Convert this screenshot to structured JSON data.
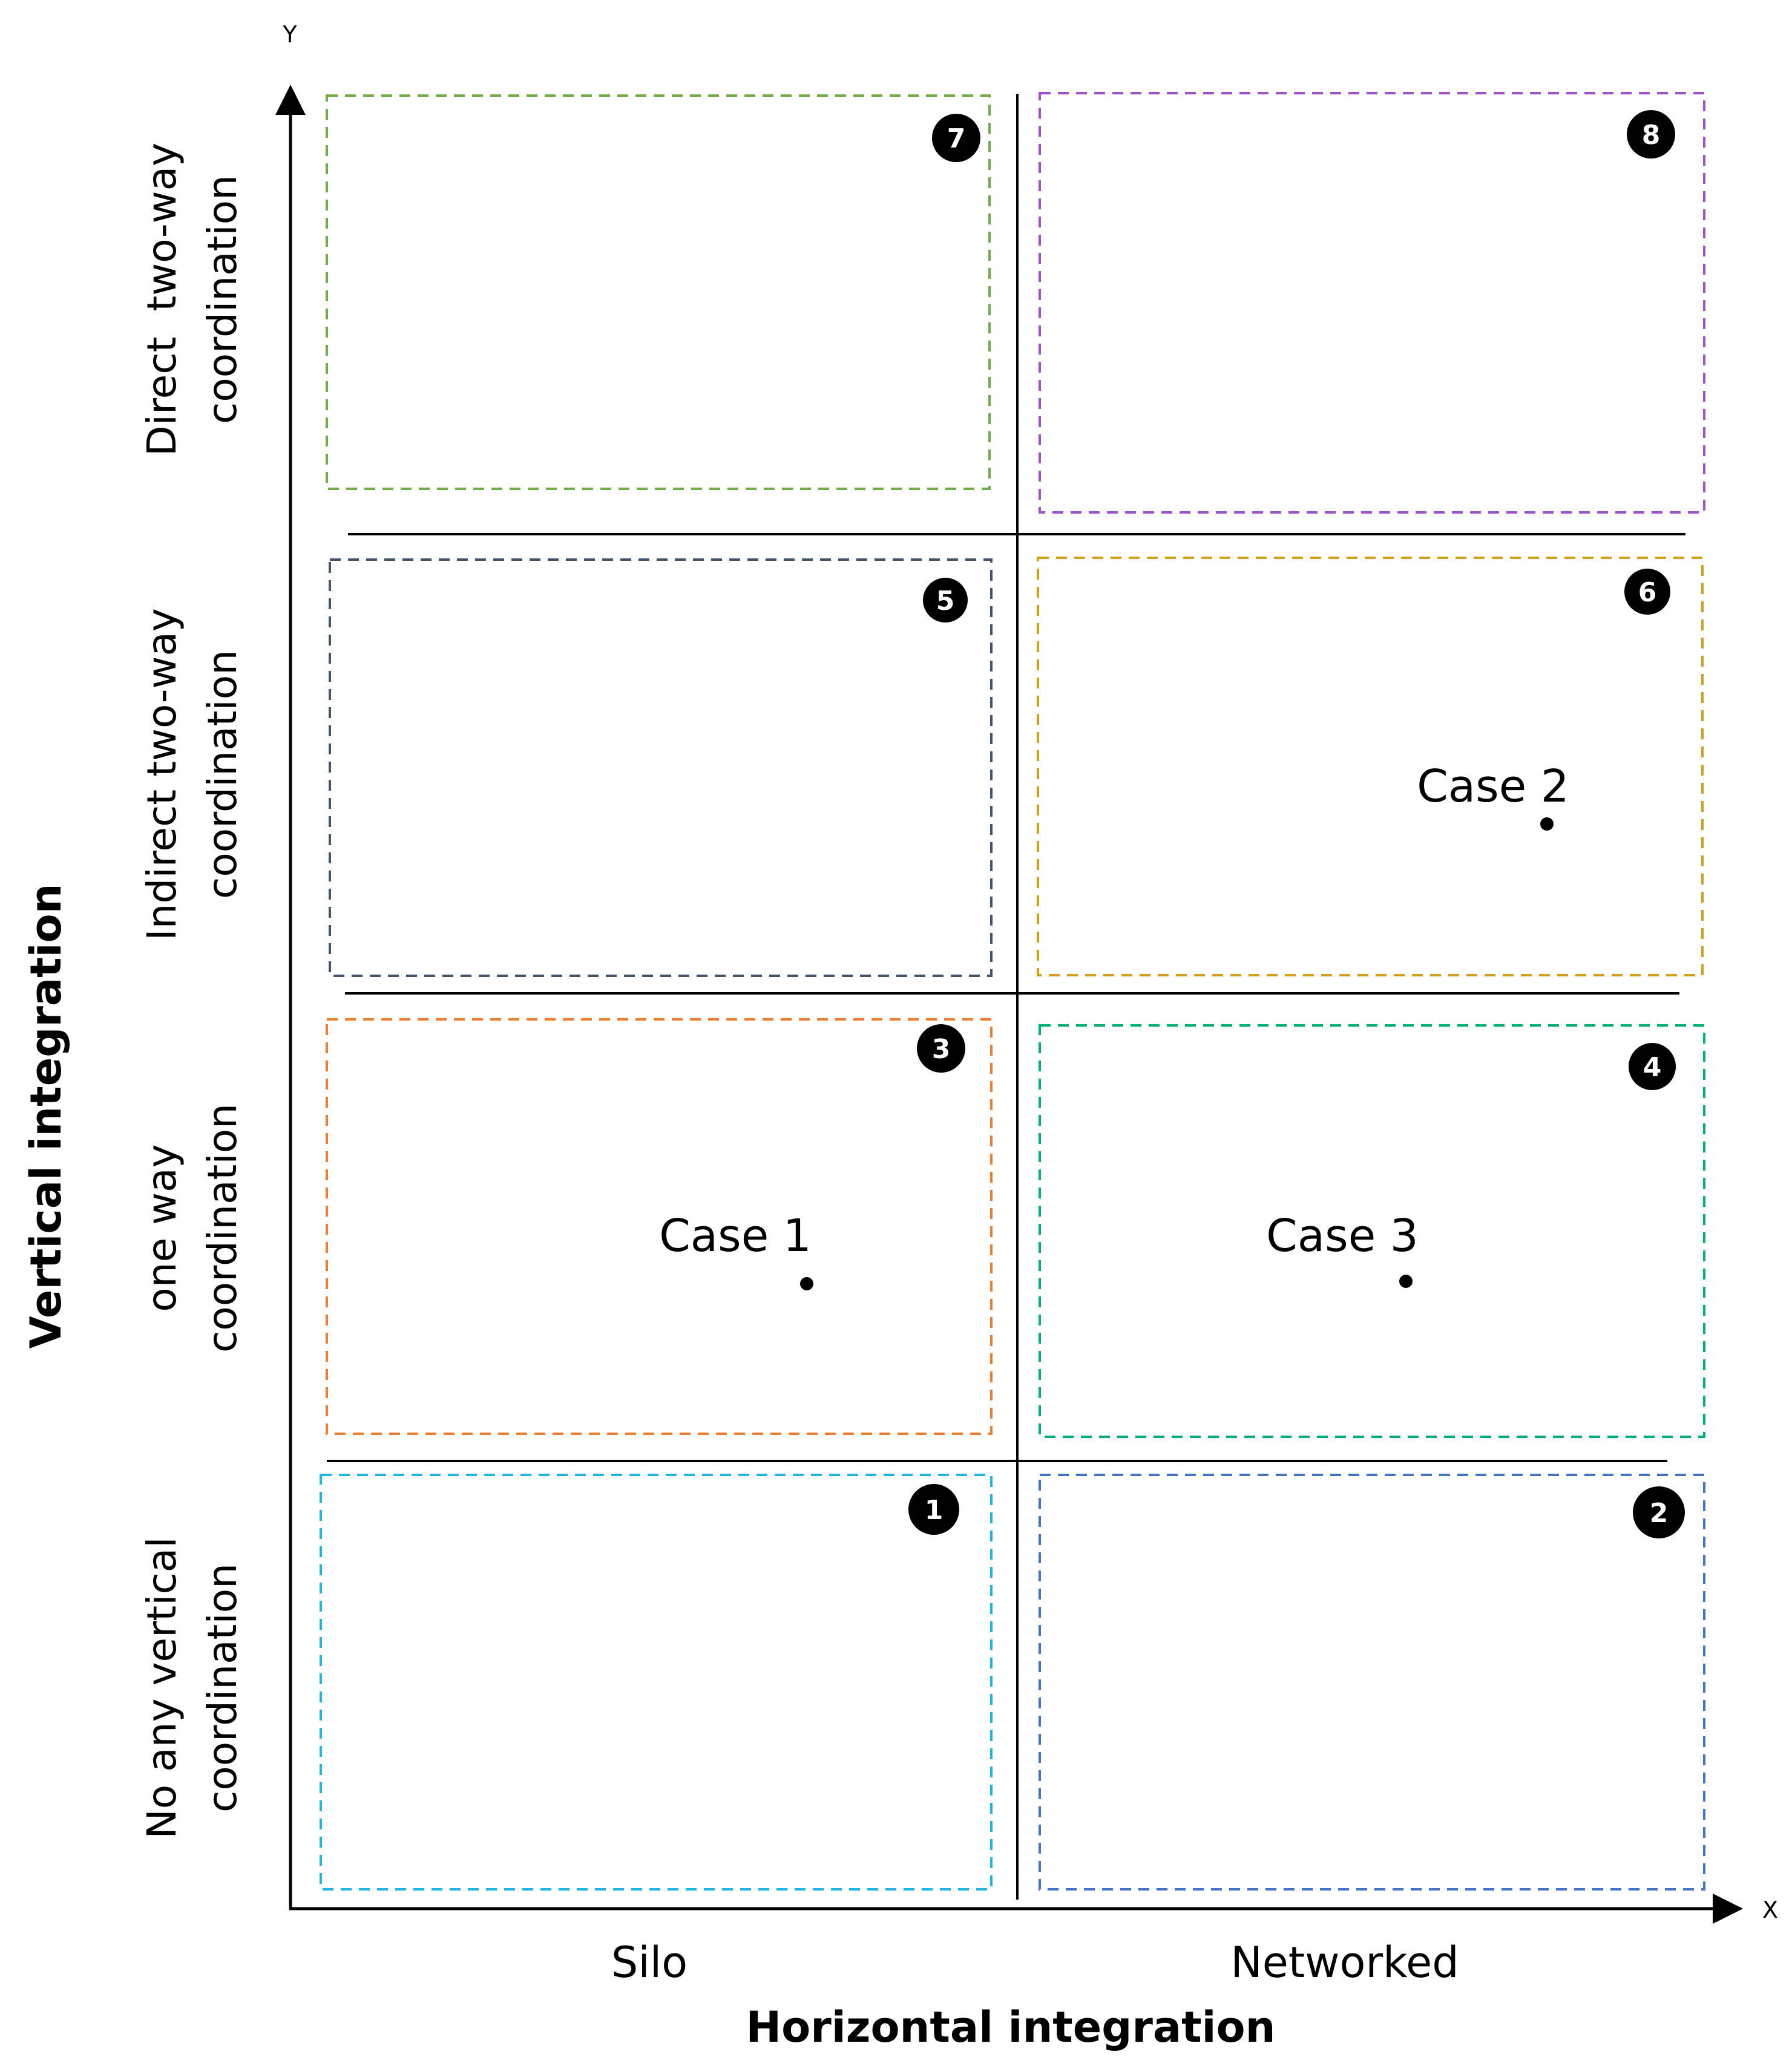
{
  "axes": {
    "x_letter": "X",
    "y_letter": "Y",
    "x_title": "Horizontal integration",
    "y_title": "Vertical integration"
  },
  "columns": [
    "Silo",
    "Networked"
  ],
  "rows": [
    [
      "Direct  two-way",
      "coordination"
    ],
    [
      "Indirect two-way",
      "coordination"
    ],
    [
      "one way",
      "coordination"
    ],
    [
      "No any vertical",
      "coordination"
    ]
  ],
  "cells": [
    {
      "number": "7",
      "color": "#70AD47"
    },
    {
      "number": "8",
      "color": "#A050C8"
    },
    {
      "number": "5",
      "color": "#44546A"
    },
    {
      "number": "6",
      "color": "#D4A017"
    },
    {
      "number": "3",
      "color": "#ED7D31"
    },
    {
      "number": "4",
      "color": "#00B070"
    },
    {
      "number": "1",
      "color": "#1FB5E0"
    },
    {
      "number": "2",
      "color": "#4472C4"
    }
  ],
  "cases": [
    {
      "label": "Case 1"
    },
    {
      "label": "Case 2"
    },
    {
      "label": "Case 3"
    }
  ]
}
